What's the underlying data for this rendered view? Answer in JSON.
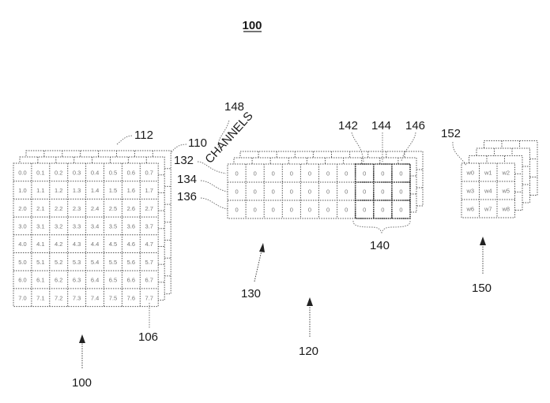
{
  "figure": {
    "title_ref": "100"
  },
  "input_feature_map": {
    "ref_labels": {
      "layer_stack": "112",
      "channel_layer": "110",
      "cell": "106",
      "arrow": "100"
    },
    "rows": [
      [
        "0.0",
        "0.1",
        "0.2",
        "0.3",
        "0.4",
        "0.5",
        "0.6",
        "0.7"
      ],
      [
        "1.0",
        "1.1",
        "1.2",
        "1.3",
        "1.4",
        "1.5",
        "1.6",
        "1.7"
      ],
      [
        "2.0",
        "2.1",
        "2.2",
        "2.3",
        "2.4",
        "2.5",
        "2.6",
        "2.7"
      ],
      [
        "3.0",
        "3.1",
        "3.2",
        "3.3",
        "3.4",
        "3.5",
        "3.6",
        "3.7"
      ],
      [
        "4.0",
        "4.1",
        "4.2",
        "4.3",
        "4.4",
        "4.5",
        "4.6",
        "4.7"
      ],
      [
        "5.0",
        "5.1",
        "5.2",
        "5.3",
        "5.4",
        "5.5",
        "5.6",
        "5.7"
      ],
      [
        "6.0",
        "6.1",
        "6.2",
        "6.3",
        "6.4",
        "6.5",
        "6.6",
        "6.7"
      ],
      [
        "7.0",
        "7.1",
        "7.2",
        "7.3",
        "7.4",
        "7.5",
        "7.6",
        "7.7"
      ]
    ]
  },
  "buffer": {
    "ref_labels": {
      "channels_ref": "148",
      "channels_text": "CHANNELS",
      "row1": "132",
      "row2": "134",
      "row3": "136",
      "col_a": "142",
      "col_b": "144",
      "col_c": "146",
      "window": "140",
      "buffer_arrow": "130",
      "unit_arrow": "120"
    },
    "rows": [
      [
        "0",
        "0",
        "0",
        "0",
        "0",
        "0",
        "0",
        "0",
        "0",
        "0"
      ],
      [
        "0",
        "0",
        "0",
        "0",
        "0",
        "0",
        "0",
        "0",
        "0",
        "0"
      ],
      [
        "0",
        "0",
        "0",
        "0",
        "0",
        "0",
        "0",
        "0",
        "0",
        "0"
      ]
    ],
    "window_columns": [
      7,
      8,
      9
    ]
  },
  "filter": {
    "ref_labels": {
      "weight": "152",
      "arrow": "150"
    },
    "rows": [
      [
        "w0",
        "w1",
        "w2"
      ],
      [
        "w3",
        "w4",
        "w5"
      ],
      [
        "w6",
        "w7",
        "w8"
      ]
    ]
  }
}
